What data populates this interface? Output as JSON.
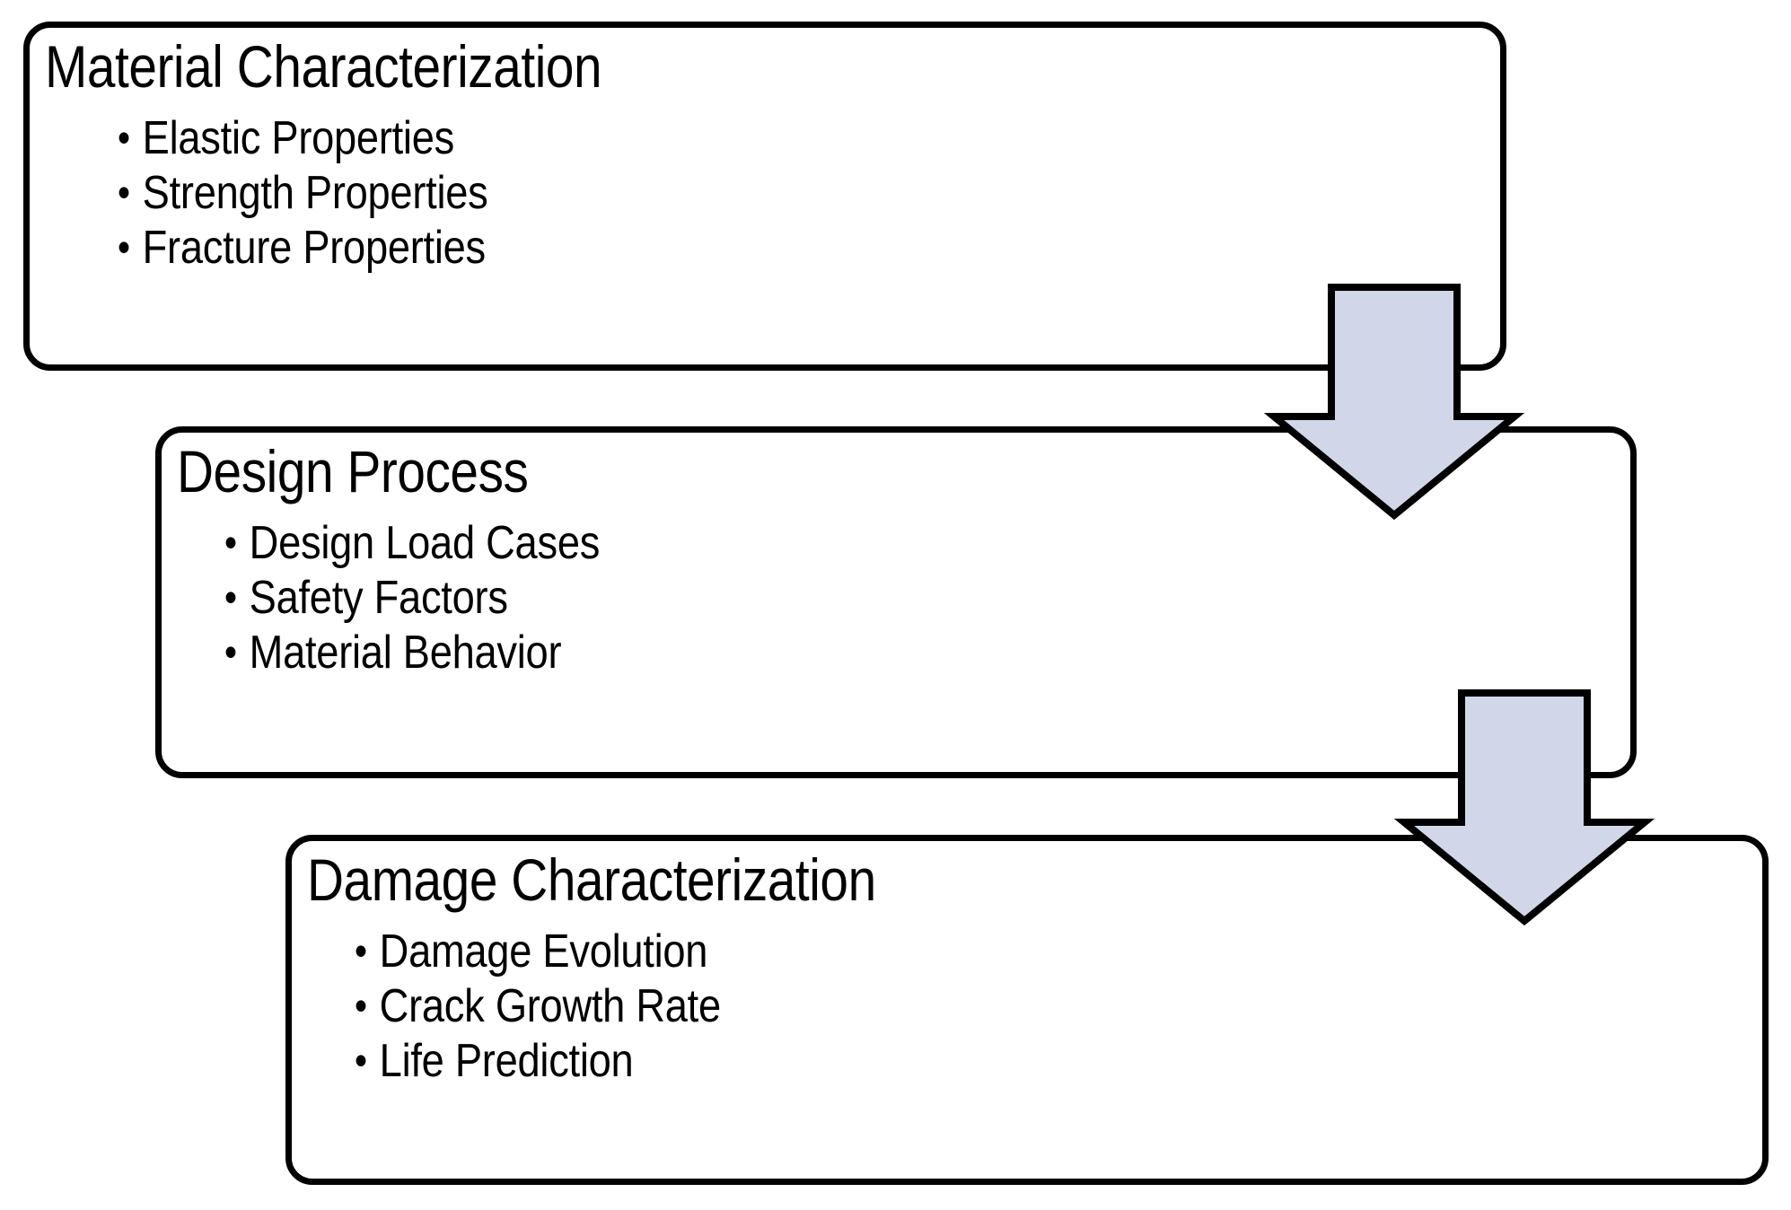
{
  "diagram": {
    "type": "flowchart",
    "orientation": "vertical-cascade",
    "colors": {
      "box_stroke": "#000000",
      "box_fill": "#FFFFFF",
      "arrow_fill": "#D1D6E9",
      "arrow_stroke": "#000000",
      "text": "#000000"
    },
    "stages": [
      {
        "id": "material-characterization",
        "title": "Material Characterization",
        "bullet_glyph": "•",
        "items": [
          "Elastic Properties",
          "Strength Properties",
          "Fracture Properties"
        ]
      },
      {
        "id": "design-process",
        "title": "Design Process",
        "bullet_glyph": "•",
        "items": [
          "Design Load Cases",
          "Safety Factors",
          "Material Behavior"
        ]
      },
      {
        "id": "damage-characterization",
        "title": "Damage Characterization",
        "bullet_glyph": "•",
        "items": [
          "Damage Evolution",
          "Crack Growth Rate",
          "Life Prediction"
        ]
      }
    ],
    "connectors": [
      {
        "id": "arrow-material-to-design",
        "direction": "down",
        "from": "material-characterization",
        "to": "design-process"
      },
      {
        "id": "arrow-design-to-damage",
        "direction": "down",
        "from": "design-process",
        "to": "damage-characterization"
      }
    ]
  }
}
